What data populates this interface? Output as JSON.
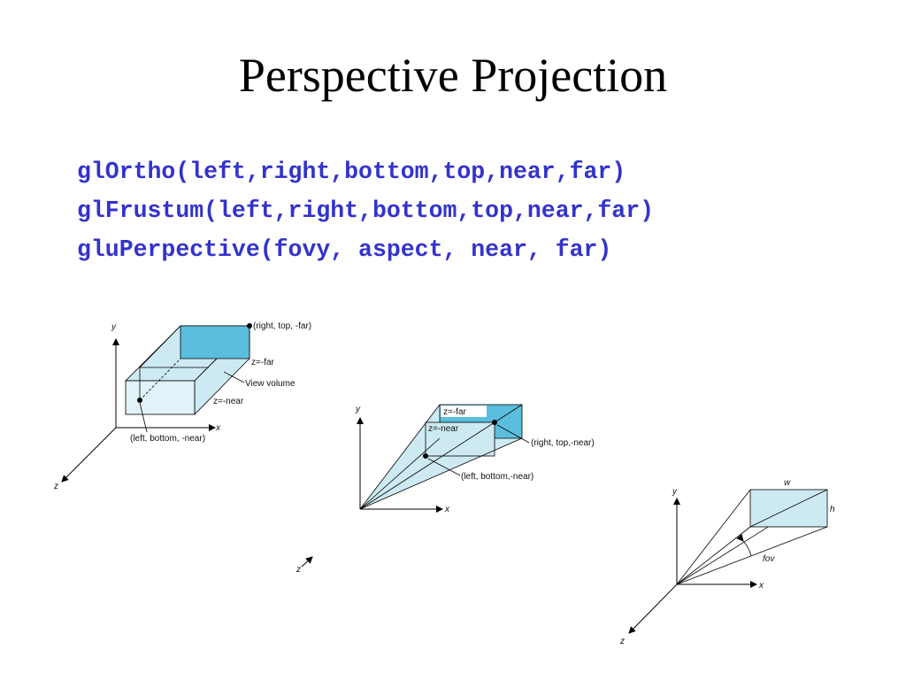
{
  "slide": {
    "title": "Perspective Projection"
  },
  "code_lines": [
    "glOrtho(left,right,bottom,top,near,far)",
    "glFrustum(left,right,bottom,top,near,far)",
    "gluPerpective(fovy, aspect, near, far)"
  ],
  "colors": {
    "code": "#3333cc",
    "volume_fill": "#cdeaf3",
    "plane_fill": "#5bbedd"
  },
  "ortho_figure": {
    "axis_y": "y",
    "axis_x": "x",
    "axis_z": "z",
    "corner_far": "(right, top, -far)",
    "plane_far": "z=-far",
    "view_volume": "View volume",
    "plane_near": "z=-near",
    "corner_near": "(left, bottom, -near)"
  },
  "frustum_figure": {
    "axis_y": "y",
    "axis_x": "x",
    "axis_z": "z",
    "plane_far": "z=-far",
    "plane_near": "z=-near",
    "corner_near_tr": "(right, top,-near)",
    "corner_near_bl": "(left, bottom,-near)"
  },
  "perspective_figure": {
    "axis_y": "y",
    "axis_x": "x",
    "axis_z": "z",
    "width": "w",
    "height": "h",
    "fov": "fov"
  }
}
